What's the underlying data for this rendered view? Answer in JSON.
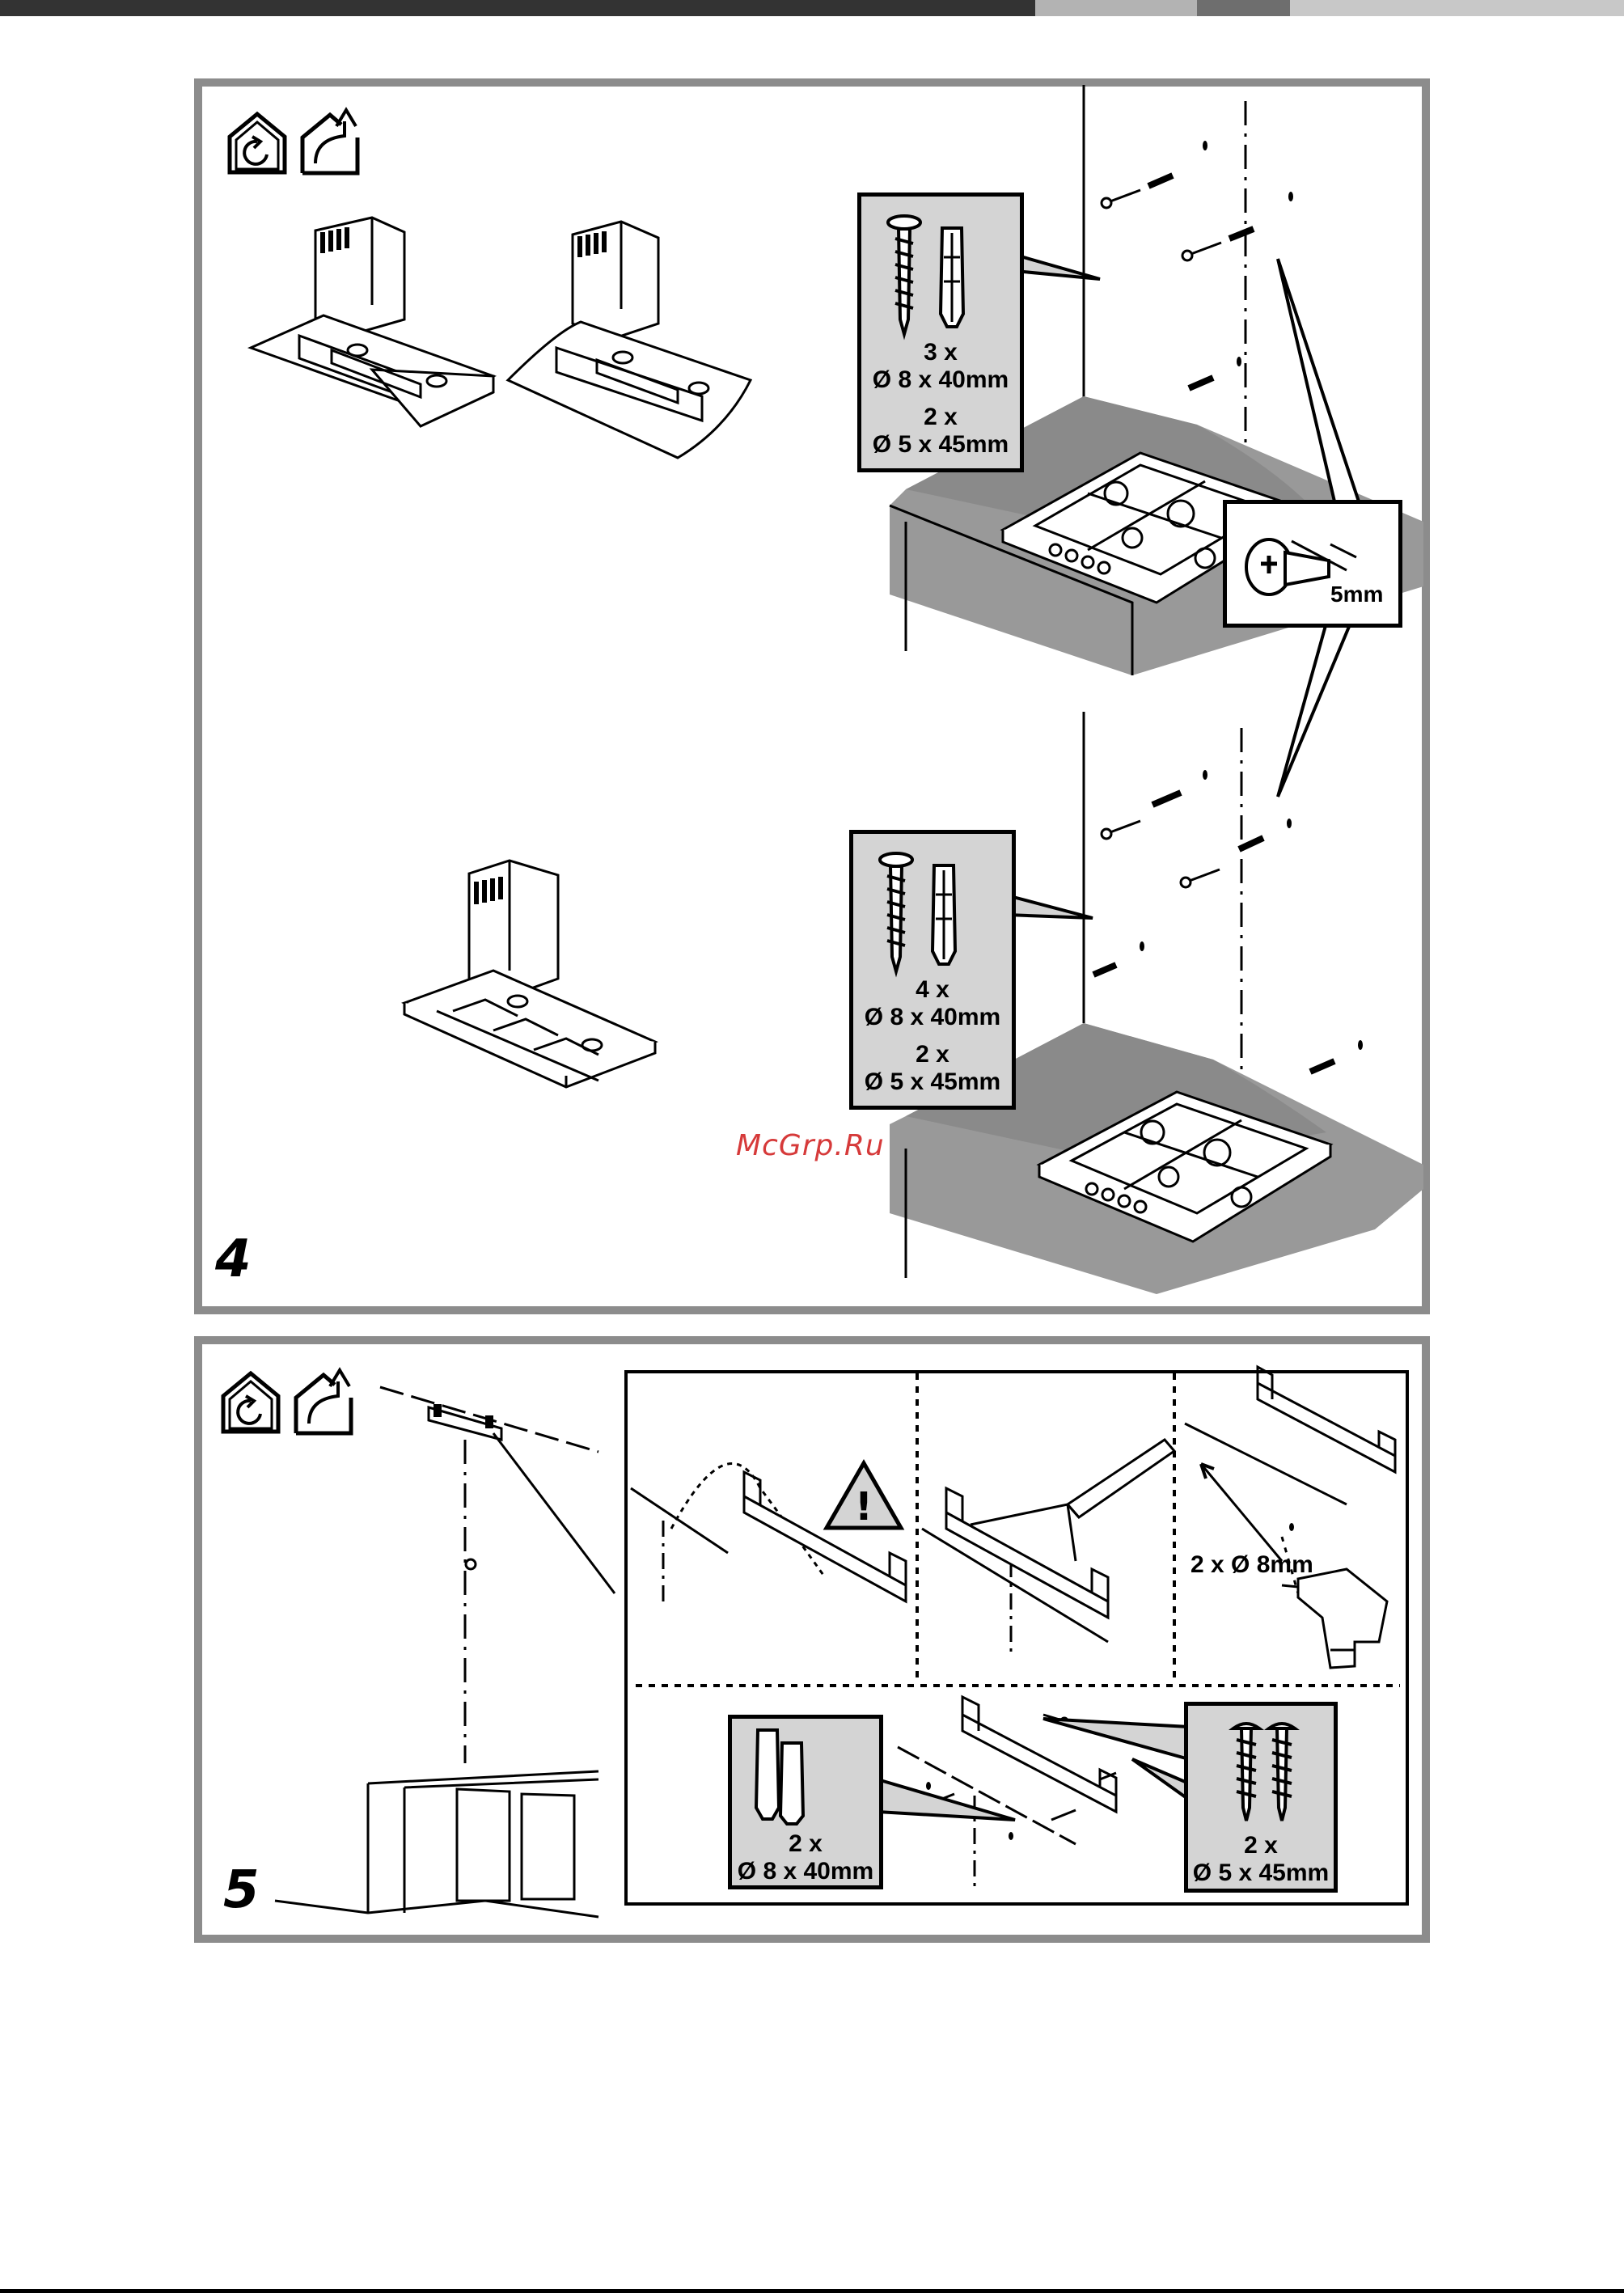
{
  "colors": {
    "bar_dark": "#333333",
    "bar_mid": "#b3b3b3",
    "bar_mid2": "#6e6e6e",
    "bar_light": "#c8c8c8",
    "frame": "#8c8c8c",
    "callout_bg": "#d4d4d4",
    "watermark": "#d63a3a"
  },
  "watermark": "McGrp.Ru",
  "step4": {
    "number": "4",
    "icons": [
      "recirculation-house-icon",
      "exhaust-house-icon"
    ],
    "callout_top": {
      "qty1": "3 x",
      "dim1": "Ø 8 x 40mm",
      "qty2": "2 x",
      "dim2": "Ø 5 x 45mm"
    },
    "callout_bottom": {
      "qty1": "4 x",
      "dim1": "Ø 8 x 40mm",
      "qty2": "2 x",
      "dim2": "Ø 5 x 45mm"
    },
    "detail_label": "5mm"
  },
  "step5": {
    "number": "5",
    "icons": [
      "recirculation-house-icon",
      "exhaust-house-icon"
    ],
    "drill_label": "2 x Ø 8mm",
    "plug_callout": {
      "qty": "2 x",
      "dim": "Ø 8 x 40mm"
    },
    "screw_callout": {
      "qty": "2 x",
      "dim": "Ø 5 x 45mm"
    },
    "warning_symbol": "!"
  }
}
